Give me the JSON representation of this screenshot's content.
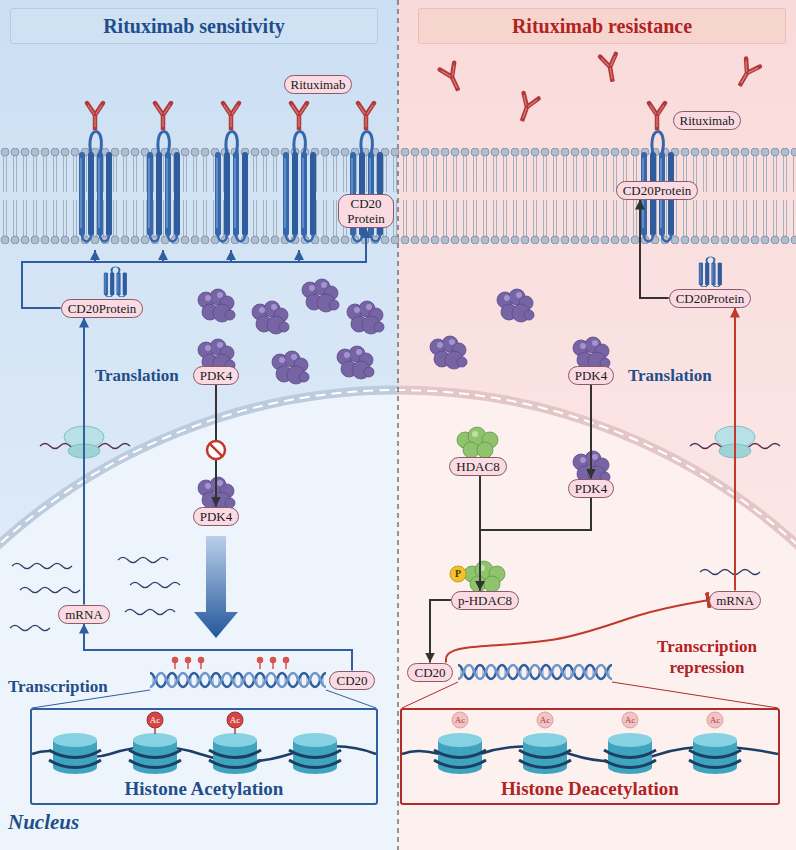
{
  "diagram": {
    "nodes": [
      {
        "text": [
          "Rituximab sensitivity"
        ]
      },
      {
        "text": [
          "Rituximab resistance"
        ]
      },
      {
        "text": [
          "Rituximab"
        ]
      },
      {
        "text": [
          "CD20 Protein"
        ]
      },
      {
        "text": [
          "CD20Protein"
        ]
      },
      {
        "text": [
          "PDK4"
        ]
      },
      {
        "text": [
          "PDK4"
        ]
      },
      {
        "text": [
          "mRNA"
        ]
      },
      {
        "text": [
          "CD20"
        ]
      },
      {
        "text": [
          "Histone Acetylation"
        ]
      },
      {
        "text": [
          "Rituximab"
        ]
      },
      {
        "text": [
          "CD20Protein"
        ]
      },
      {
        "text": [
          "CD20Protein"
        ]
      },
      {
        "text": [
          "PDK4"
        ]
      },
      {
        "text": [
          "HDAC8"
        ]
      },
      {
        "text": [
          "PDK4"
        ]
      },
      {
        "text": [
          "p-HDAC8"
        ]
      },
      {
        "text": [
          "mRNA"
        ]
      },
      {
        "text": [
          "CD20"
        ]
      },
      {
        "text": [
          "Histone Deacetylation"
        ]
      }
    ],
    "edges": [
      {
        "from": 4,
        "to": 3,
        "arrow": "to"
      },
      {
        "from": 5,
        "to": 6,
        "arrow": "to"
      },
      {
        "from": 8,
        "to": 7,
        "label": "Transcription",
        "arrow": "to"
      },
      {
        "from": 7,
        "to": 4,
        "label": "Translation",
        "arrow": "to"
      },
      {
        "from": 13,
        "to": 15,
        "arrow": "to"
      },
      {
        "from": 15,
        "to": 16,
        "arrow": "to"
      },
      {
        "from": 14,
        "to": 16,
        "arrow": "to"
      },
      {
        "from": 16,
        "to": 18,
        "arrow": "to"
      },
      {
        "from": 18,
        "to": 17,
        "label": "Transcription repression",
        "arrow": "to"
      },
      {
        "from": 17,
        "to": 12,
        "label": "Translation",
        "arrow": "to"
      },
      {
        "from": 12,
        "to": 11,
        "arrow": "to"
      }
    ],
    "labels": [
      "Nucleus",
      "P",
      "Ac",
      "Ac",
      "Ac",
      "Ac",
      "Ac",
      "Ac"
    ]
  }
}
